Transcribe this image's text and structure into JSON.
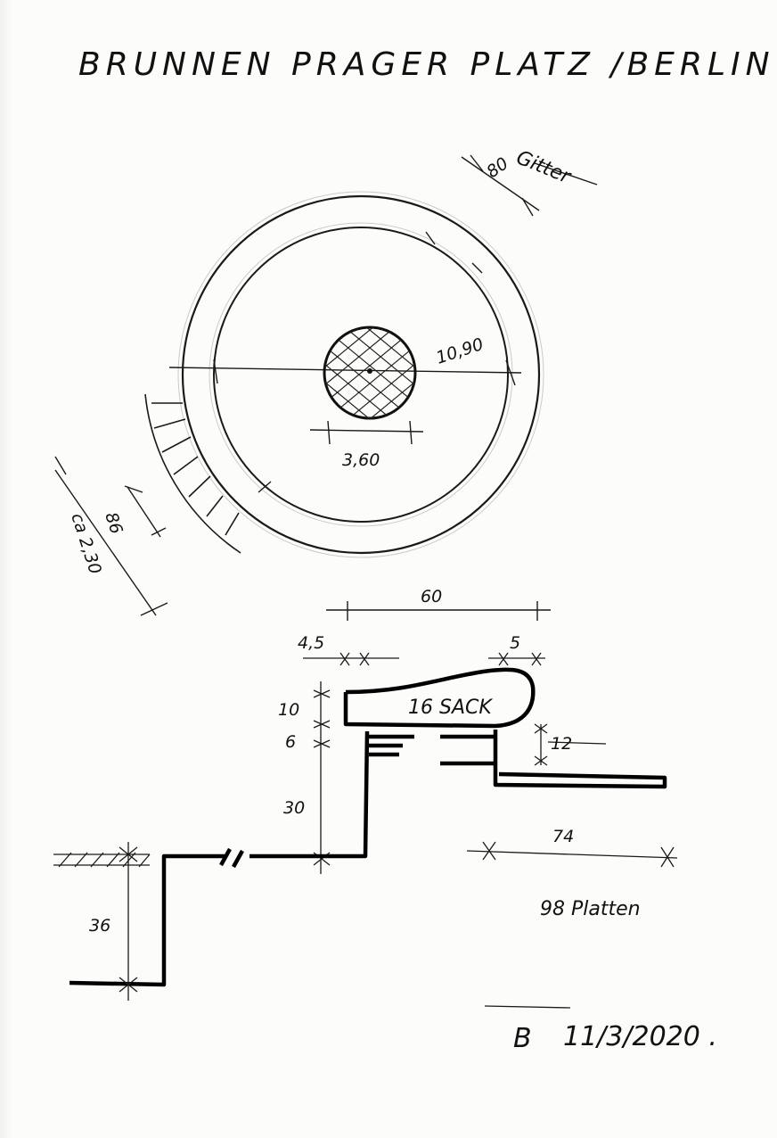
{
  "title": "BRUNNEN PRAGER PLATZ /BERLIN .",
  "plan": {
    "outer_diameter": "10,90",
    "center_diameter": "3,60",
    "grid_label": "Gitter",
    "grid_width": "80",
    "bench_depth": "86",
    "bench_length": "ca 2,30"
  },
  "section": {
    "top_width": "60",
    "left_offset": "4,5",
    "right_offset": "5",
    "rim_label": "16 SACK",
    "height_rim": "10",
    "height_gap": "6",
    "height_wall": "30",
    "height_step": "36",
    "ledge_drop": "12",
    "slab_width": "74",
    "slab_label": "98 Platten"
  },
  "signature": {
    "initial": "B",
    "date": "11/3/2020 ."
  }
}
